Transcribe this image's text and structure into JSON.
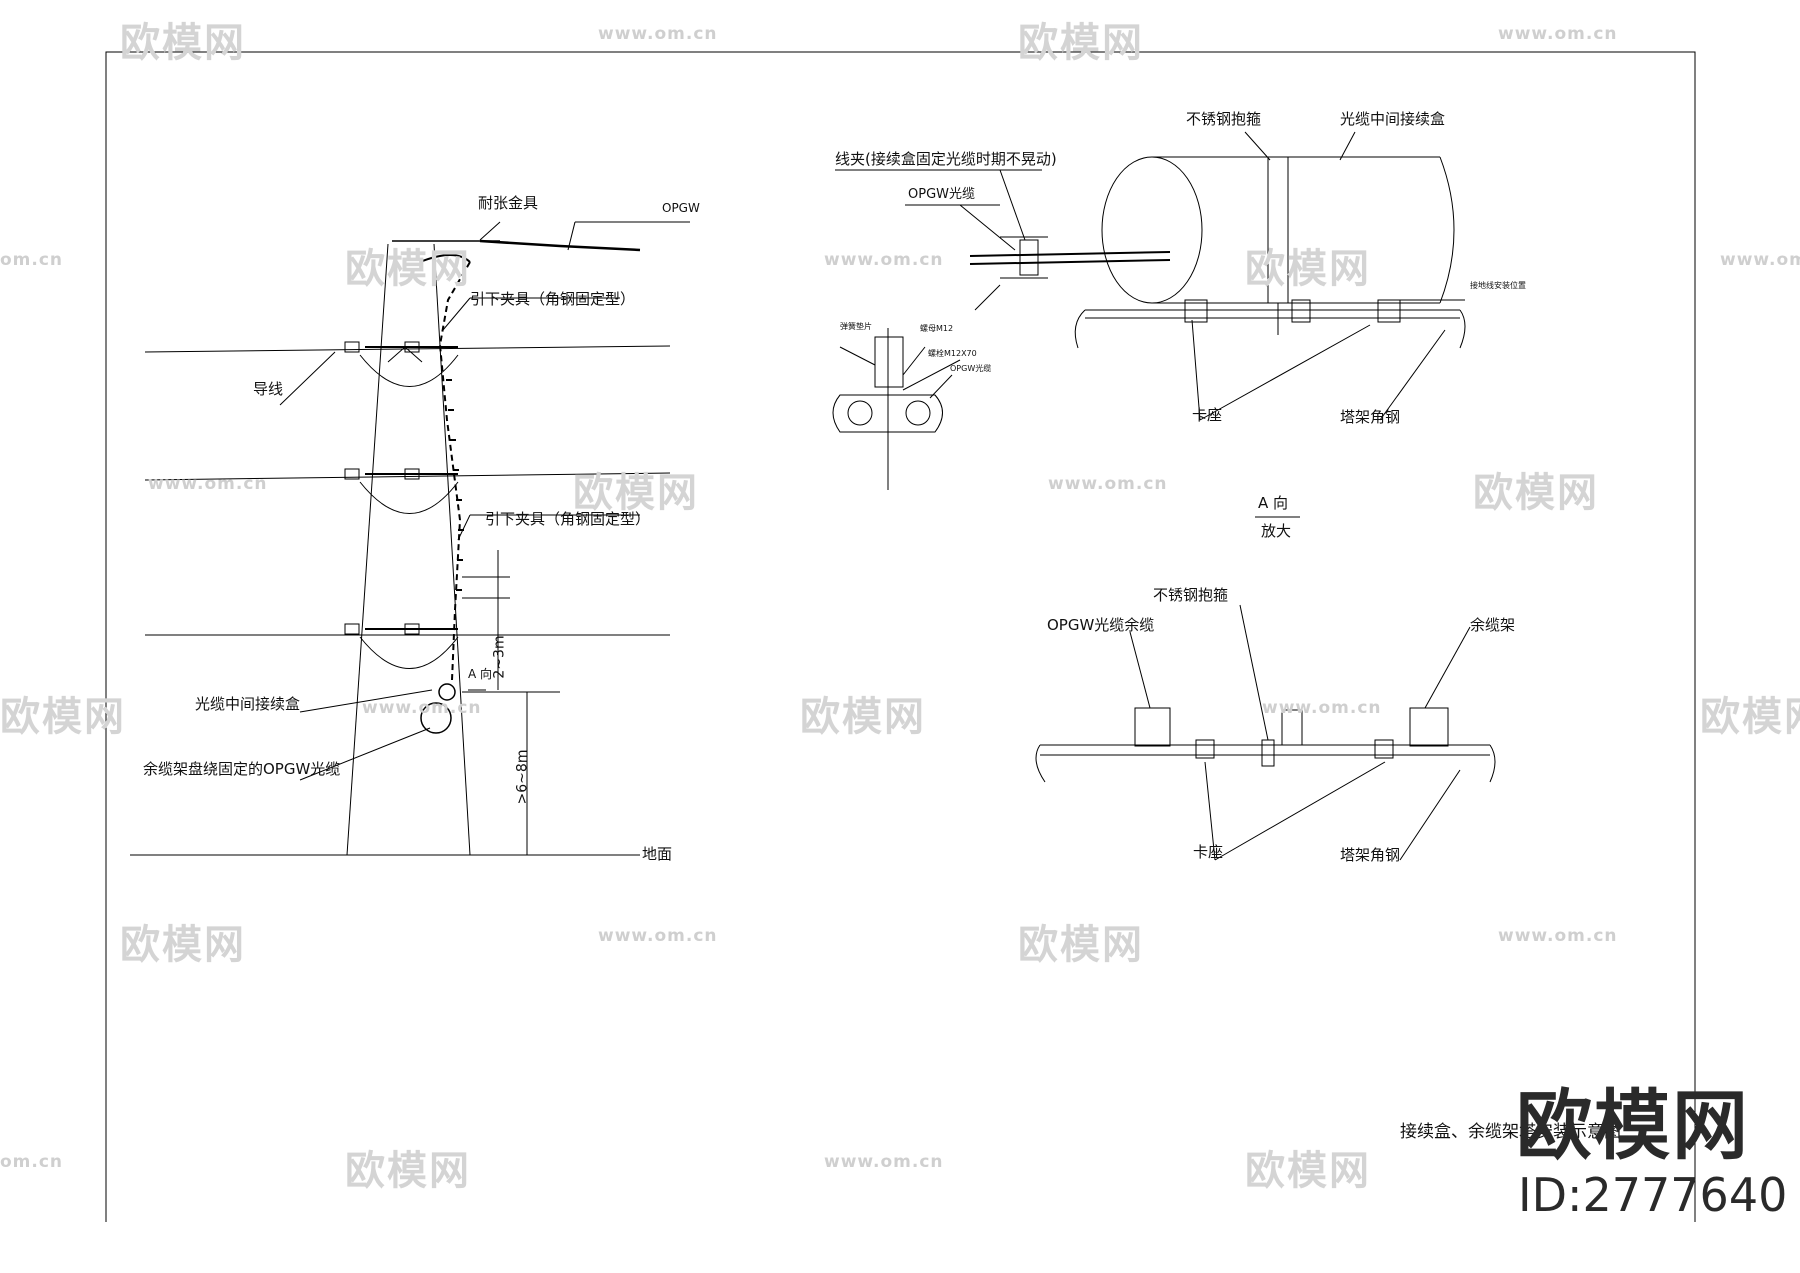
{
  "drawing": {
    "tower": {
      "tension_fitting": "耐张金具",
      "opgw": "OPGW",
      "down_lead_clamp_top": "引下夹具（角钢固定型）",
      "conductor": "导线",
      "down_lead_clamp_mid": "引下夹具（角钢固定型）",
      "spacing_dim": "2~3m",
      "view_a": "A 向",
      "splice_box": "光缆中间接续盒",
      "reserve_coil": "余缆架盘绕固定的OPGW光缆",
      "height_dim": ">6~8m",
      "ground": "地面"
    },
    "detail": {
      "ss_band": "不锈钢抱箍",
      "splice_box": "光缆中间接续盒",
      "clamp_note": "线夹(接续盒固定光缆时期不晃动)",
      "opgw_cable": "OPGW光缆",
      "ground_wire": "接地线安装位置",
      "spring_washer": "弹簧垫片",
      "nut": "螺母M12",
      "bolt": "螺栓M12X70",
      "opgw_small": "OPGW光缆",
      "seat": "卡座",
      "angle_steel": "塔架角钢"
    },
    "view_a": {
      "title_line1": "A 向",
      "title_line2": "放大",
      "ss_band": "不锈钢抱箍",
      "opgw_reserve": "OPGW光缆余缆",
      "reserve_rack": "余缆架",
      "seat": "卡座",
      "angle_steel": "塔架角钢"
    },
    "caption": "接续盒、余缆架塔安装示意图"
  },
  "watermark": {
    "logo": "欧模网",
    "url": "www.om.cn",
    "url_short": "om.cn",
    "brand": "欧模网",
    "id": "ID:2777640"
  }
}
